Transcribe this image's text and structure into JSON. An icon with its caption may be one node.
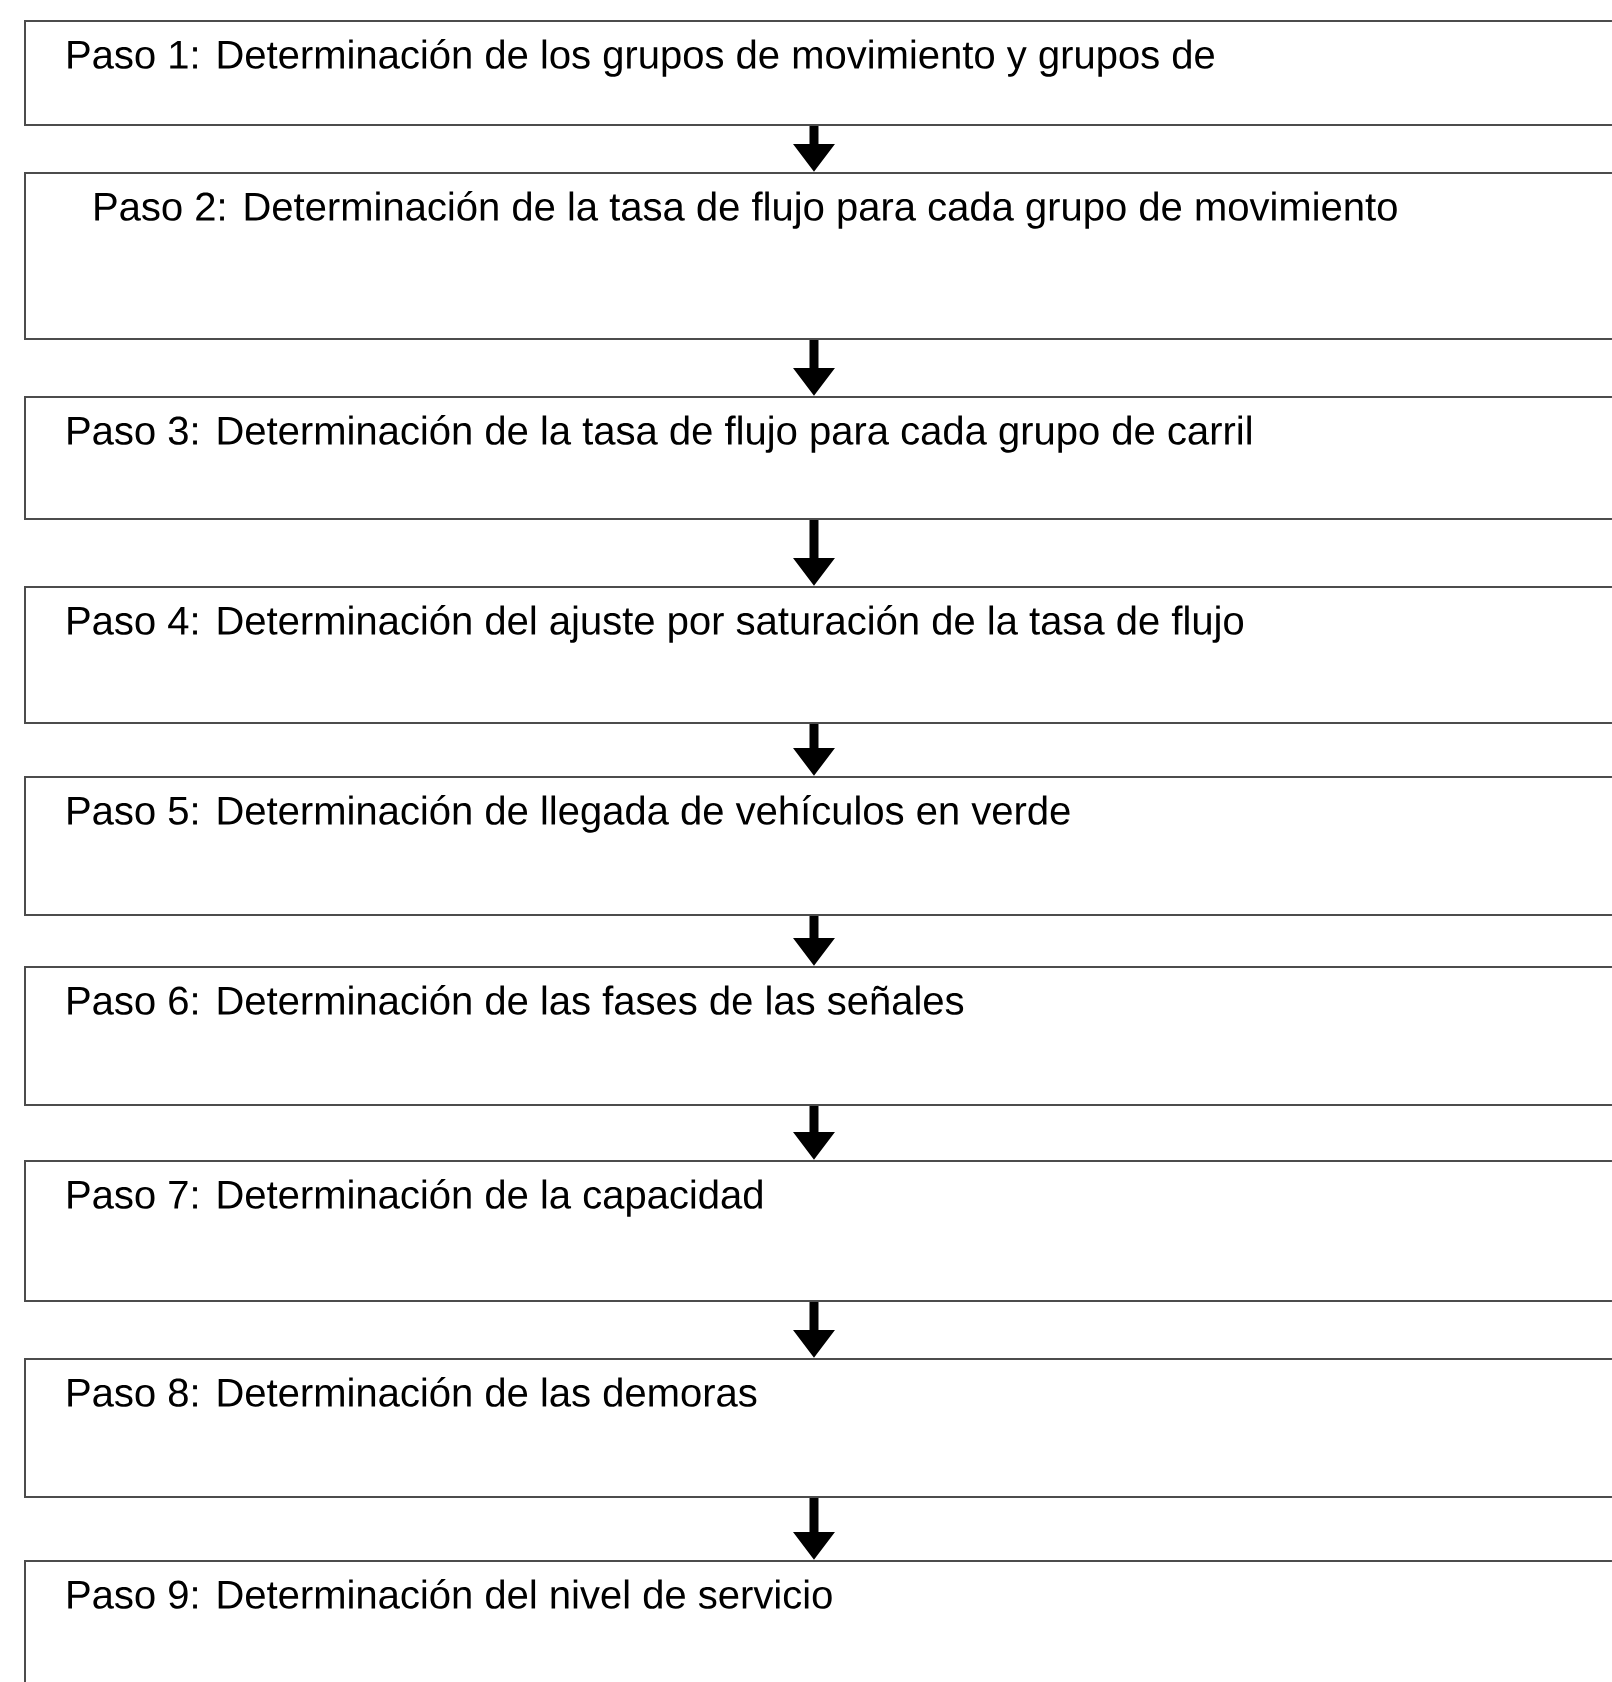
{
  "diagram": {
    "nodes": [
      {
        "text": [
          "Paso 1: Determinación de los grupos de movimiento y grupos de"
        ]
      },
      {
        "text": [
          "Paso 2: Determinación de la tasa de flujo para cada grupo de movimiento"
        ]
      },
      {
        "text": [
          "Paso 3: Determinación de la tasa de flujo para cada grupo de carril"
        ]
      },
      {
        "text": [
          "Paso 4: Determinación del ajuste por saturación de la tasa de flujo"
        ]
      },
      {
        "text": [
          "Paso 5: Determinación de llegada de vehículos en verde"
        ]
      },
      {
        "text": [
          "Paso 6: Determinación de las fases de las señales"
        ]
      },
      {
        "text": [
          "Paso 7: Determinación de la capacidad"
        ]
      },
      {
        "text": [
          "Paso 8: Determinación de las demoras"
        ]
      },
      {
        "text": [
          "Paso 9: Determinación del nivel de servicio"
        ]
      }
    ],
    "edges": [
      {
        "from": 0,
        "to": 1,
        "arrow": "to"
      },
      {
        "from": 1,
        "to": 2,
        "arrow": "to"
      },
      {
        "from": 2,
        "to": 3,
        "arrow": "to"
      },
      {
        "from": 3,
        "to": 4,
        "arrow": "to"
      },
      {
        "from": 4,
        "to": 5,
        "arrow": "to"
      },
      {
        "from": 5,
        "to": 6,
        "arrow": "to"
      },
      {
        "from": 6,
        "to": 7,
        "arrow": "to"
      },
      {
        "from": 7,
        "to": 8,
        "arrow": "to"
      }
    ]
  }
}
